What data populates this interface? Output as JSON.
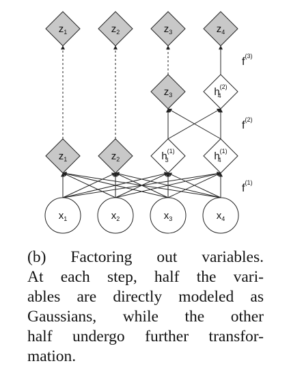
{
  "diagram": {
    "top_row": [
      {
        "base": "z",
        "sub": "1"
      },
      {
        "base": "z",
        "sub": "2"
      },
      {
        "base": "z",
        "sub": "3"
      },
      {
        "base": "z",
        "sub": "4"
      }
    ],
    "level2": [
      {
        "base": "z",
        "sub": "3",
        "sup": ""
      },
      {
        "base": "h",
        "sub": "4",
        "sup": "(2)"
      }
    ],
    "level1": [
      {
        "base": "z",
        "sub": "1",
        "sup": ""
      },
      {
        "base": "z",
        "sub": "2",
        "sup": ""
      },
      {
        "base": "h",
        "sub": "3",
        "sup": "(1)"
      },
      {
        "base": "h",
        "sub": "4",
        "sup": "(1)"
      }
    ],
    "inputs": [
      {
        "base": "x",
        "sub": "1"
      },
      {
        "base": "x",
        "sub": "2"
      },
      {
        "base": "x",
        "sub": "3"
      },
      {
        "base": "x",
        "sub": "4"
      }
    ],
    "functions": [
      {
        "base": "f",
        "sup": "(3)"
      },
      {
        "base": "f",
        "sup": "(2)"
      },
      {
        "base": "f",
        "sup": "(1)"
      }
    ],
    "colors": {
      "gaussian_fill": "#c8c8c8",
      "node_fill": "#ffffff",
      "stroke": "#222222"
    }
  },
  "caption": {
    "lines": [
      "(b) Factoring out variables.",
      "At each step, half the vari-",
      "ables are directly modeled as",
      "Gaussians, while the other",
      "half undergo further transfor-",
      "mation."
    ]
  }
}
